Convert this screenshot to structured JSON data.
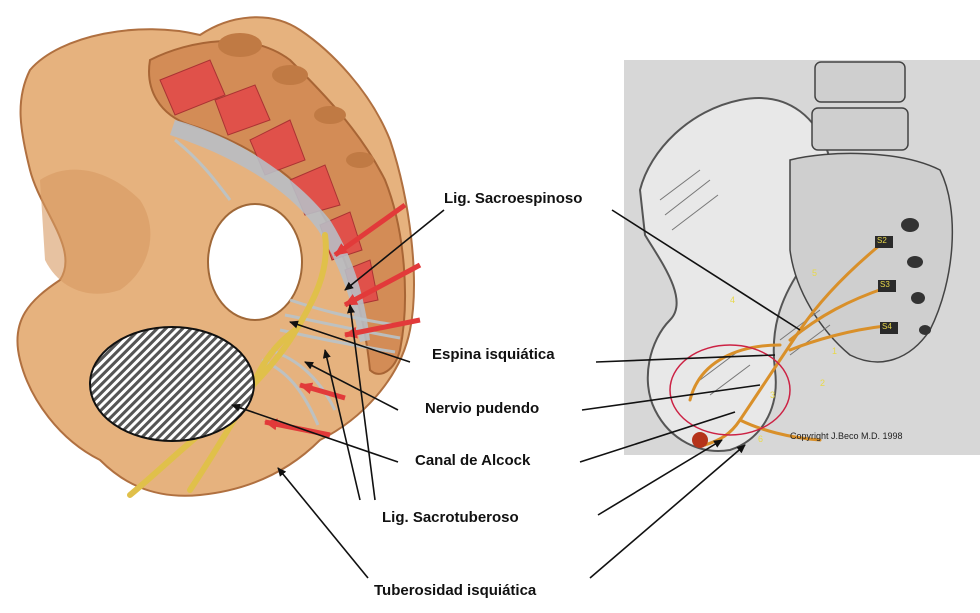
{
  "labels": {
    "sacroespinoso": "Lig. Sacroespinoso",
    "espina": "Espina isquiática",
    "nervio": "Nervio pudendo",
    "canal": "Canal de Alcock",
    "sacrotuberoso": "Lig. Sacrotuberoso",
    "tuberosidad": "Tuberosidad isquiática"
  },
  "right_panel": {
    "copyright": "Copyright J.Beco M.D. 1998",
    "markers": [
      "S2",
      "S3",
      "S4",
      "1",
      "2",
      "3",
      "4",
      "5",
      "6"
    ]
  },
  "colors": {
    "bone": "#e6b27e",
    "bone_dark": "#c98a52",
    "marrow": "#e0514a",
    "nerve": "#e0c04a",
    "arrow_red": "#e23a3a",
    "ligament": "#b9c3c9",
    "right_bg": "#d7d7d7",
    "right_nerve": "#d9902a"
  }
}
